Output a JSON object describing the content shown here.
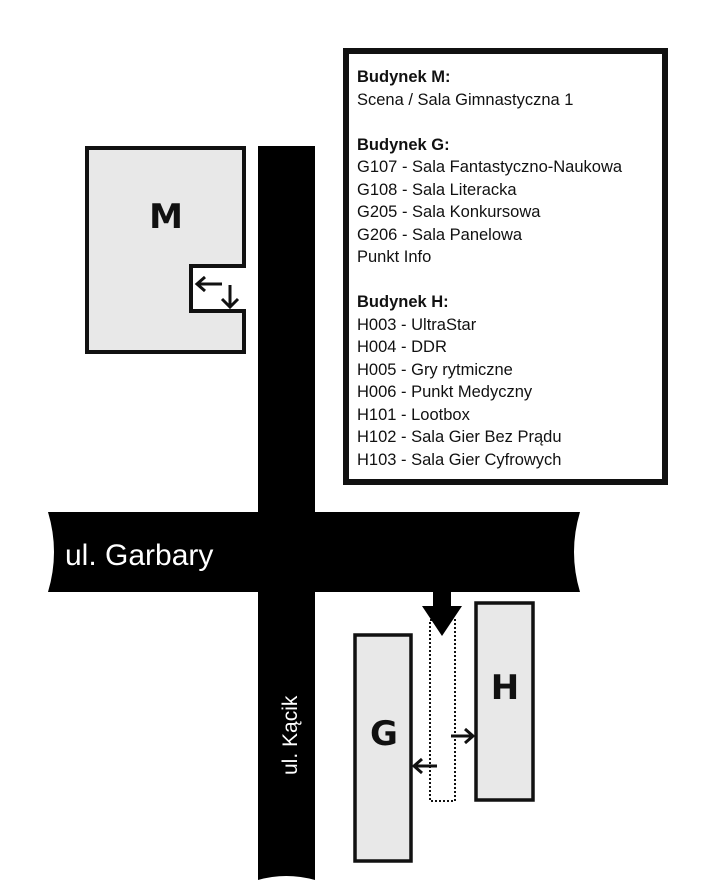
{
  "map": {
    "streets": {
      "horizontal": "ul. Garbary",
      "vertical": "ul. Kącik"
    },
    "buildings": {
      "m": "M",
      "g": "G",
      "h": "H"
    },
    "colors": {
      "road": "#000000",
      "building_fill": "#e8e8e8",
      "outline": "#111111"
    }
  },
  "legend": {
    "sections": [
      {
        "title": "Budynek M:",
        "items": [
          "Scena / Sala Gimnastyczna 1"
        ]
      },
      {
        "title": "Budynek G:",
        "items": [
          "G107 - Sala Fantastyczno-Naukowa",
          "G108 - Sala Literacka",
          "G205 - Sala Konkursowa",
          "G206 - Sala Panelowa",
          "Punkt Info"
        ]
      },
      {
        "title": "Budynek H:",
        "items": [
          "H003 - UltraStar",
          "H004 - DDR",
          "H005 - Gry rytmiczne",
          "H006 - Punkt Medyczny",
          "H101 - Lootbox",
          "H102 - Sala Gier Bez Prądu",
          "H103 - Sala Gier Cyfrowych"
        ]
      }
    ]
  }
}
